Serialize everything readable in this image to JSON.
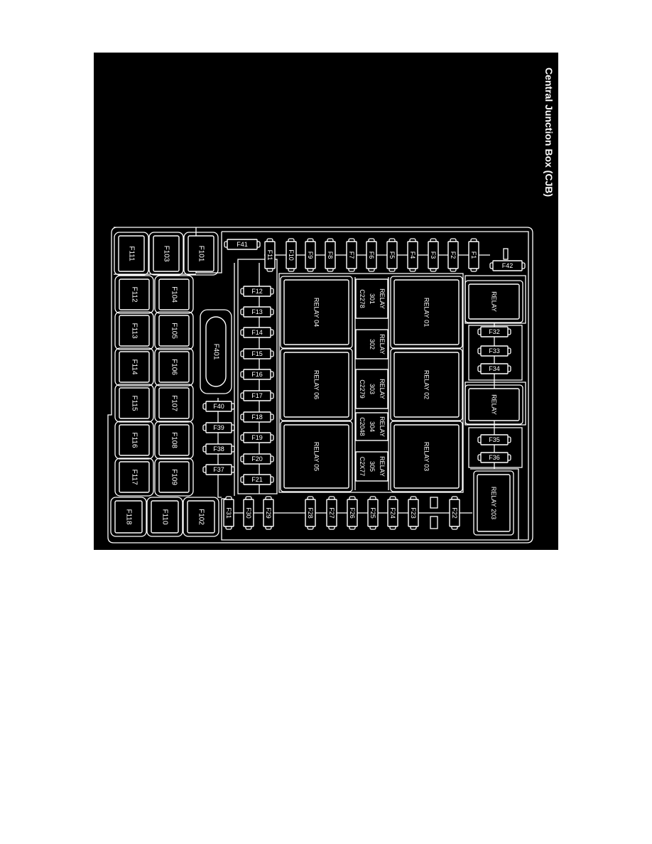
{
  "title": "Central Junction Box (CJB)",
  "colors": {
    "background": "#000000",
    "lines": "#ffffff",
    "page": "#ffffff"
  },
  "large_fuses": [
    "F111",
    "F103",
    "F101",
    "F112",
    "F104",
    "F113",
    "F105",
    "F114",
    "F106",
    "F115",
    "F107",
    "F116",
    "F108",
    "F117",
    "F109",
    "F118",
    "F110",
    "F102"
  ],
  "cartridge_fuse": "F401",
  "mini_fuses_horizontal": [
    "F41",
    "F12",
    "F13",
    "F14",
    "F15",
    "F16",
    "F17",
    "F18",
    "F19",
    "F20",
    "F21",
    "F40",
    "F39",
    "F38",
    "F37",
    "F42",
    "F32",
    "F33",
    "F34",
    "F35",
    "F36"
  ],
  "mini_fuses_vertical": [
    "F11",
    "F10",
    "F9",
    "F8",
    "F7",
    "F6",
    "F5",
    "F4",
    "F3",
    "F2",
    "F1",
    "F31",
    "F30",
    "F29",
    "F28",
    "F27",
    "F26",
    "F25",
    "F24",
    "F23",
    "F22"
  ],
  "relays": [
    "RELAY 04",
    "RELAY 06",
    "RELAY 05",
    "RELAY 01",
    "RELAY 02",
    "RELAY 03",
    "RELAY",
    "RELAY",
    "RELAY 203"
  ],
  "relay_modules": [
    {
      "label": "RELAY",
      "number": "301",
      "connector": "C2278"
    },
    {
      "label": "RELAY",
      "number": "302",
      "connector": ""
    },
    {
      "label": "RELAY",
      "number": "303",
      "connector": "C2279"
    },
    {
      "label": "RELAY",
      "number": "304",
      "connector": "C2048"
    },
    {
      "label": "RELAY",
      "number": "305",
      "connector": "C2X77"
    }
  ]
}
